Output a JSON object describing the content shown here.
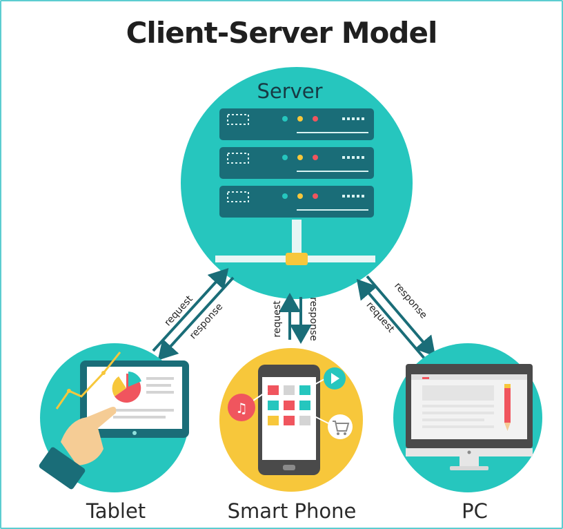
{
  "title": "Client-Server Model",
  "server": {
    "label": "Server",
    "icon": "server-rack-icon"
  },
  "clients": [
    {
      "label": "Tablet",
      "icon": "tablet-icon"
    },
    {
      "label": "Smart Phone",
      "icon": "smartphone-icon"
    },
    {
      "label": "PC",
      "icon": "desktop-pc-icon"
    }
  ],
  "arrows": {
    "request": "request",
    "response": "response"
  },
  "colors": {
    "teal": "#26c6be",
    "dark_teal": "#1a6d78",
    "yellow": "#f7c73b",
    "red": "#f0555e",
    "frame": "#5ccdd0"
  }
}
